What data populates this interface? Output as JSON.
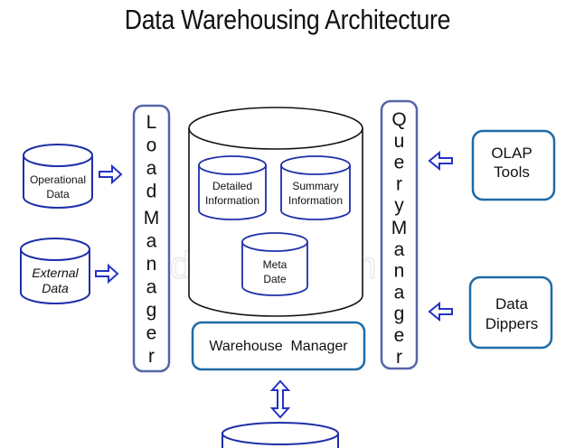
{
  "title": "Data Warehousing Architecture",
  "sources": [
    {
      "id": "operational",
      "label_lines": [
        "Operational",
        "Data"
      ],
      "italic": false
    },
    {
      "id": "external",
      "label_lines": [
        "External",
        "Data"
      ],
      "italic": true
    }
  ],
  "load_manager": {
    "label": "Load Manager",
    "letters": [
      "L",
      "o",
      "a",
      "d",
      "M",
      "a",
      "n",
      "a",
      "g",
      "e",
      "r"
    ]
  },
  "query_manager": {
    "label": "Query Manager",
    "letters": [
      "Q",
      "u",
      "e",
      "r",
      "y",
      "M",
      "a",
      "n",
      "a",
      "g",
      "e",
      "r"
    ]
  },
  "warehouse": {
    "stores": [
      {
        "id": "detailed",
        "label_lines": [
          "Detailed",
          "Information"
        ]
      },
      {
        "id": "summary",
        "label_lines": [
          "Summary",
          "Information"
        ]
      },
      {
        "id": "meta",
        "label_lines": [
          "Meta",
          "Date"
        ]
      }
    ]
  },
  "warehouse_manager": {
    "label": "Warehouse  Manager"
  },
  "tools": [
    {
      "id": "olap",
      "label_lines": [
        "OLAP",
        "Tools"
      ]
    },
    {
      "id": "dippers",
      "label_lines": [
        "Data",
        "Dippers"
      ]
    }
  ],
  "watermark": "dreamstime",
  "colors": {
    "cylinder_stroke": "#1f2fa8",
    "arrow_stroke": "#2233c4",
    "manager_box_stroke": "#5565a8",
    "tool_box_stroke": "#1e6aa5",
    "warehouse_stroke": "#111111",
    "text": "#111111"
  }
}
